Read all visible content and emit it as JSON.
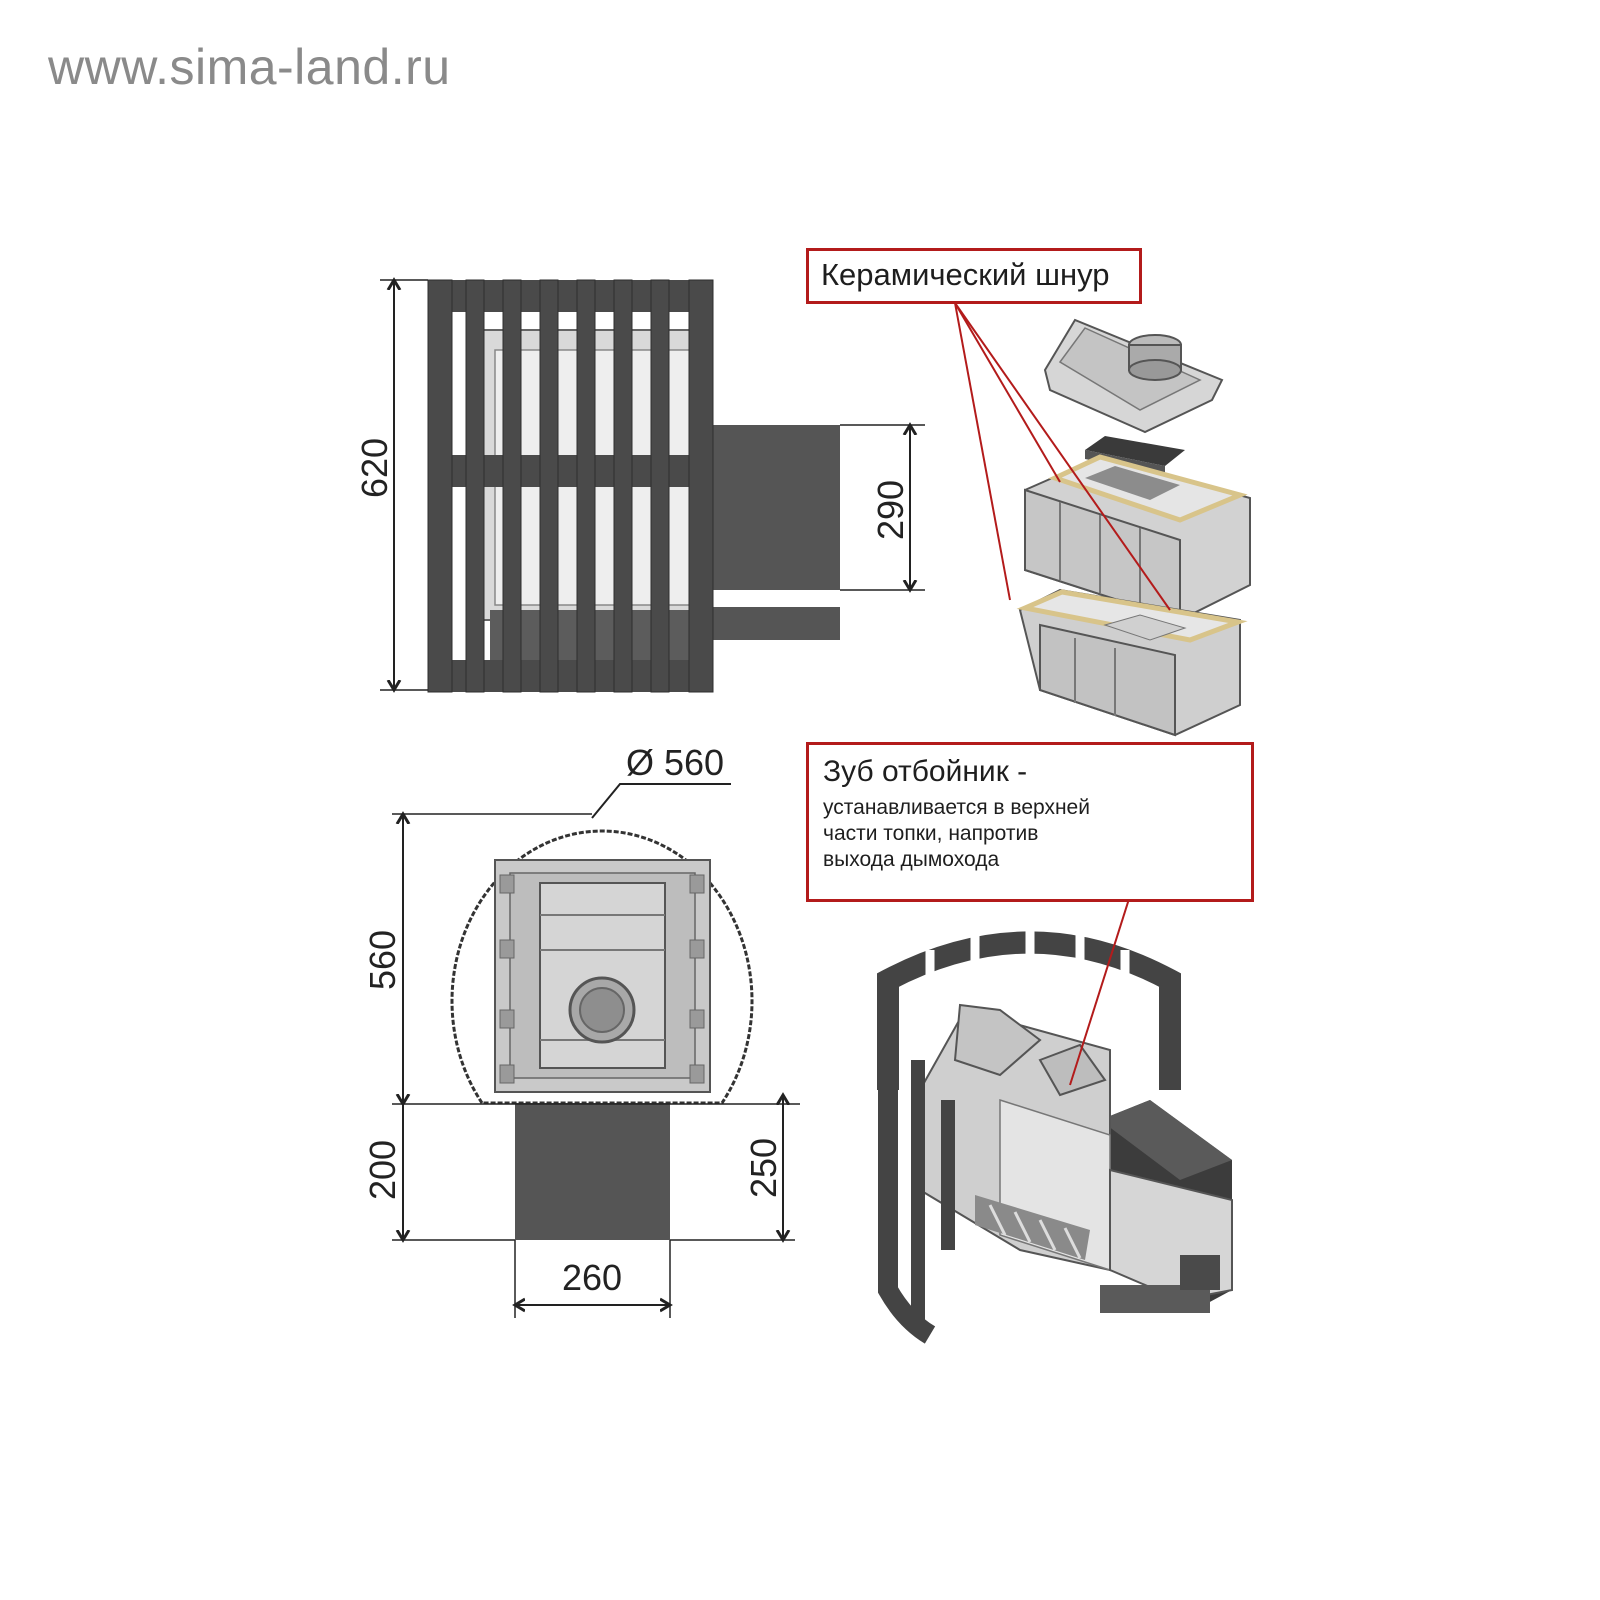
{
  "watermark": "www.sima-land.ru",
  "dimensions": {
    "height_total": "620",
    "tunnel_height": "290",
    "diameter": "Ø 560",
    "depth": "560",
    "tunnel_length": "200",
    "tunnel_opening_height": "250",
    "tunnel_width": "260"
  },
  "callouts": {
    "ceramic_cord": "Керамический шнур",
    "tooth_title": "Зуб отбойник -",
    "tooth_desc_1": "устанавливается в верхней",
    "tooth_desc_2": "части топки, напротив",
    "tooth_desc_3": "выхода дымохода"
  },
  "colors": {
    "steel": "#4a4a4a",
    "steel_light": "#6b6b6b",
    "iron": "#c9c9c9",
    "callout_border": "#b31b1b",
    "ceramic_cord": "#d8c48a"
  }
}
